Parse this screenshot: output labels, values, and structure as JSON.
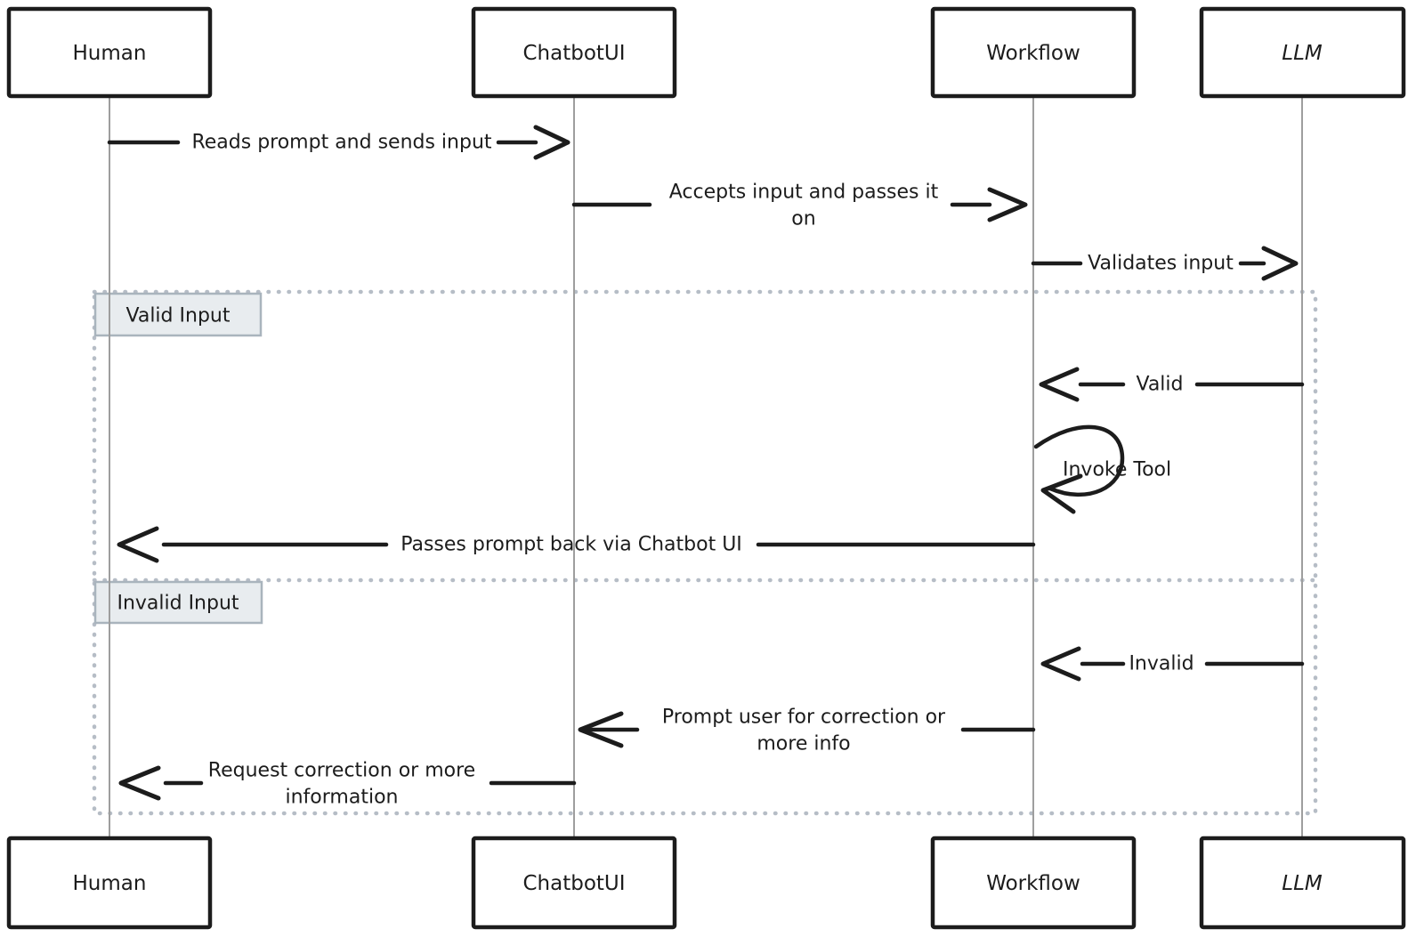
{
  "diagram": {
    "type": "sequence-diagram",
    "actors": [
      {
        "name": "Human"
      },
      {
        "name": "ChatbotUI"
      },
      {
        "name": "Workflow"
      },
      {
        "name": "LLM"
      }
    ],
    "sections": [
      {
        "label": "Valid Input"
      },
      {
        "label": "Invalid Input"
      }
    ],
    "messages": [
      {
        "from": "Human",
        "to": "ChatbotUI",
        "label": "Reads prompt and sends input"
      },
      {
        "from": "ChatbotUI",
        "to": "Workflow",
        "label": "Accepts input and passes it on",
        "lines": [
          "Accepts input and passes it",
          "on"
        ]
      },
      {
        "from": "Workflow",
        "to": "LLM",
        "label": "Validates input"
      },
      {
        "from": "LLM",
        "to": "Workflow",
        "label": "Valid",
        "section": "Valid Input"
      },
      {
        "from": "Workflow",
        "to": "Workflow",
        "label": "Invoke Tool",
        "self_message": true,
        "section": "Valid Input"
      },
      {
        "from": "Workflow",
        "to": "Human",
        "label": "Passes prompt back via Chatbot UI",
        "section": "Valid Input"
      },
      {
        "from": "LLM",
        "to": "Workflow",
        "label": "Invalid",
        "section": "Invalid Input"
      },
      {
        "from": "Workflow",
        "to": "ChatbotUI",
        "label": "Prompt user for correction or more info",
        "lines": [
          "Prompt user for correction or",
          "more info"
        ],
        "section": "Invalid Input"
      },
      {
        "from": "ChatbotUI",
        "to": "Human",
        "label": "Request correction or more information",
        "lines": [
          "Request correction or more",
          "information"
        ],
        "section": "Invalid Input"
      }
    ],
    "colors": {
      "stroke": "#1c1c1c",
      "lifeline": "#9e9e9e",
      "frame_border": "#b6bdc6",
      "frame_label_fill": "#e8ecef",
      "frame_label_border": "#a9b4bd"
    }
  }
}
